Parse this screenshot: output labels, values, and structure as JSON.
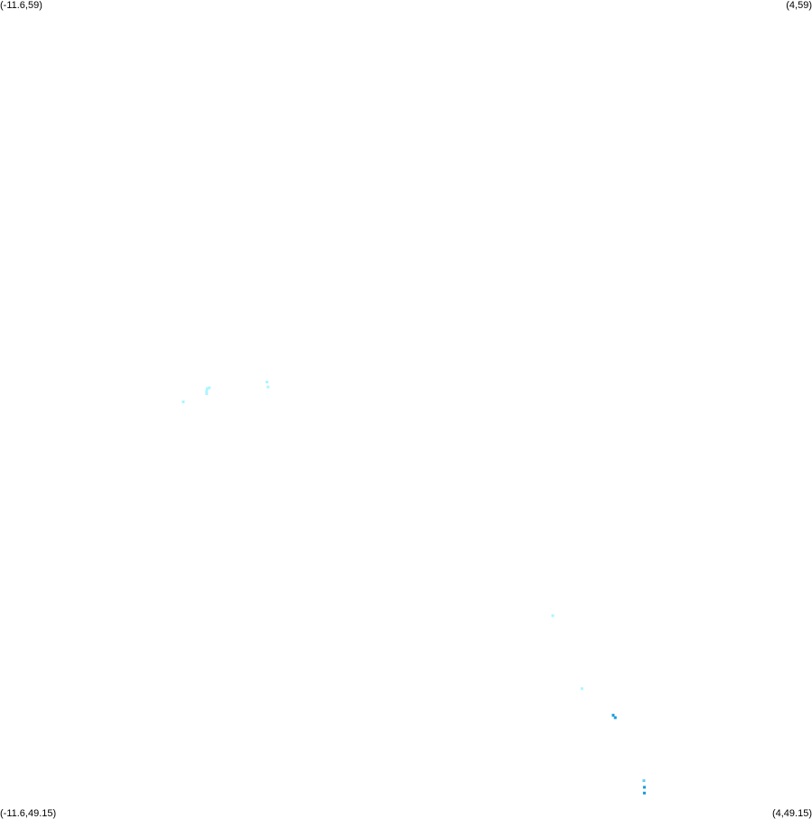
{
  "map": {
    "corners": {
      "top_left": "(-11.6,59)",
      "top_right": "(4,59)",
      "bottom_left": "(-11.6,49.15)",
      "bottom_right": "(4,49.15)"
    },
    "extent": {
      "lon_min": -11.6,
      "lon_max": 4,
      "lat_min": 49.15,
      "lat_max": 59
    },
    "colors": {
      "background": "#ffffff",
      "light_points": "#aaf6ff",
      "mid_points": "#66ccee",
      "dark_points": "#1199dd"
    },
    "points": [
      {
        "lon": -8.08,
        "lat": 54.15,
        "tone": "light"
      },
      {
        "lon": -7.62,
        "lat": 54.31,
        "tone": "light"
      },
      {
        "lon": -7.63,
        "lat": 54.28,
        "tone": "light"
      },
      {
        "lon": -7.63,
        "lat": 54.25,
        "tone": "light"
      },
      {
        "lon": -7.58,
        "lat": 54.32,
        "tone": "light"
      },
      {
        "lon": -6.47,
        "lat": 54.39,
        "tone": "light"
      },
      {
        "lon": -6.45,
        "lat": 54.33,
        "tone": "light"
      },
      {
        "lon": -0.98,
        "lat": 51.57,
        "tone": "light"
      },
      {
        "lon": -0.42,
        "lat": 50.69,
        "tone": "light"
      },
      {
        "lon": 0.18,
        "lat": 50.37,
        "tone": "dark"
      },
      {
        "lon": 0.22,
        "lat": 50.34,
        "tone": "dark"
      },
      {
        "lon": 0.77,
        "lat": 49.58,
        "tone": "mid"
      },
      {
        "lon": 0.78,
        "lat": 49.5,
        "tone": "dark"
      },
      {
        "lon": 0.78,
        "lat": 49.43,
        "tone": "dark"
      }
    ]
  }
}
